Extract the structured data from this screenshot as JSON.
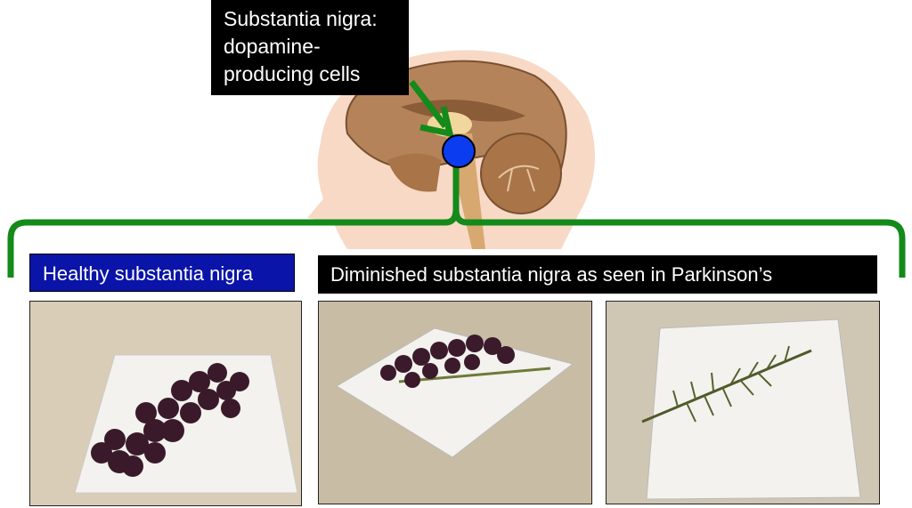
{
  "callout": {
    "lines": [
      "Substantia nigra:",
      "dopamine-",
      "producing cells"
    ]
  },
  "labels": {
    "healthy": "Healthy substantia nigra",
    "diminished": "Diminished substantia nigra as seen in Parkinson’s"
  },
  "colors": {
    "bracket": "#138a1a",
    "marker": "#0b3cf0",
    "healthy_label_bg": "#0a14a8",
    "brain": "#b5835a",
    "skin": "#f7d9c6"
  },
  "photos": [
    {
      "name": "healthy-grapes"
    },
    {
      "name": "partial-grapes"
    },
    {
      "name": "bare-stem"
    }
  ]
}
